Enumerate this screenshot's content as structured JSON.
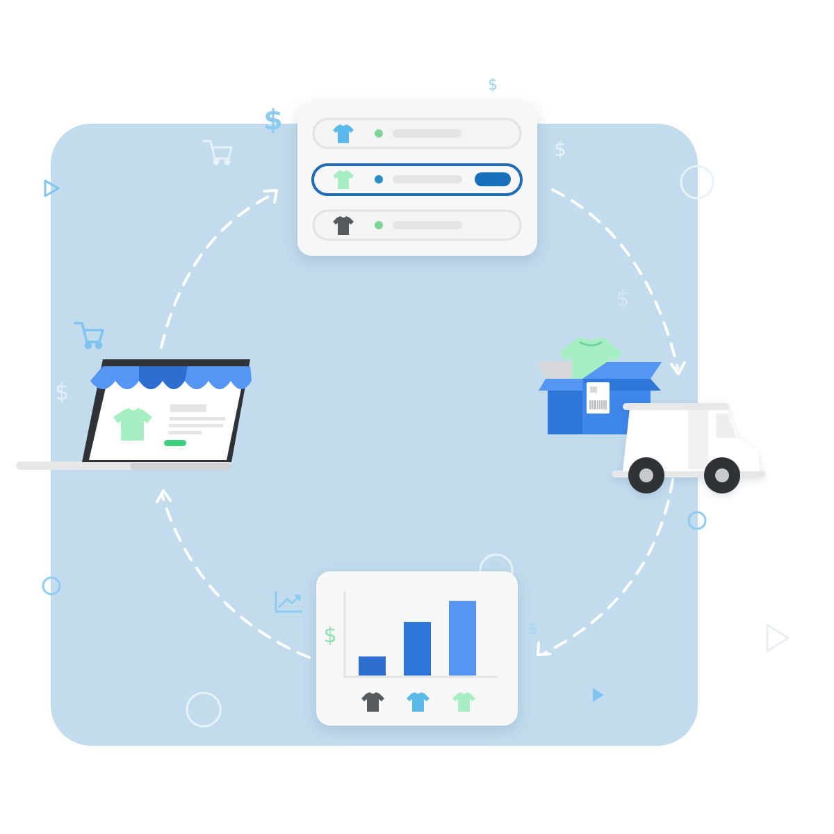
{
  "colors": {
    "background_panel": "#c2dcee",
    "primary_blue": "#2f76d9",
    "light_blue": "#5596f5",
    "awning_dark": "#2c6fd1",
    "selected_outline": "#1f6cb5",
    "toggle_blue": "#1a6fbd",
    "shirt_cyan": "#5ab8ea",
    "shirt_green": "#a8eec3",
    "shirt_dark": "#555a5f",
    "green_dot": "#7fd49a",
    "dashed_path": "#ffffff",
    "decor_icon": "#9dd2f4"
  },
  "product_list": {
    "rows": [
      {
        "shirt_color": "cyan",
        "status": "active",
        "selected": false
      },
      {
        "shirt_color": "green",
        "status": "selected",
        "selected": true
      },
      {
        "shirt_color": "dark",
        "status": "active",
        "selected": false
      }
    ]
  },
  "storefront": {
    "product": "t-shirt",
    "buy_button_color": "#3fcf7d"
  },
  "sales_chart": {
    "axis_symbol": "$",
    "bars": [
      {
        "product": "dark-shirt",
        "value": 1
      },
      {
        "product": "cyan-shirt",
        "value": 2.8
      },
      {
        "product": "green-shirt",
        "value": 3.9
      }
    ]
  },
  "decor": {
    "dollar_symbol": "$"
  }
}
